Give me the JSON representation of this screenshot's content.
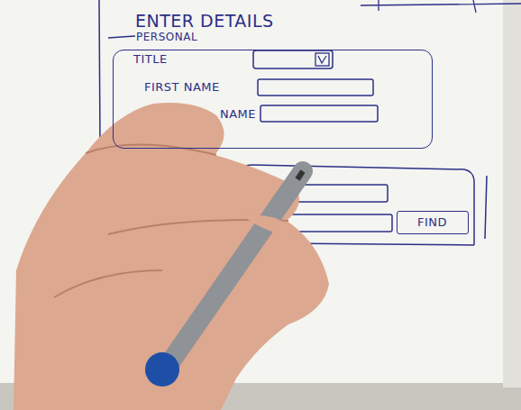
{
  "diagram": {
    "title": "ENTER DETAILS",
    "nodes": [
      {
        "text": [
          "PERSONAL"
        ]
      },
      {
        "text": [
          "FIND"
        ]
      }
    ],
    "labels": [
      "TITLE",
      "FIRST NAME",
      "NAME"
    ]
  }
}
